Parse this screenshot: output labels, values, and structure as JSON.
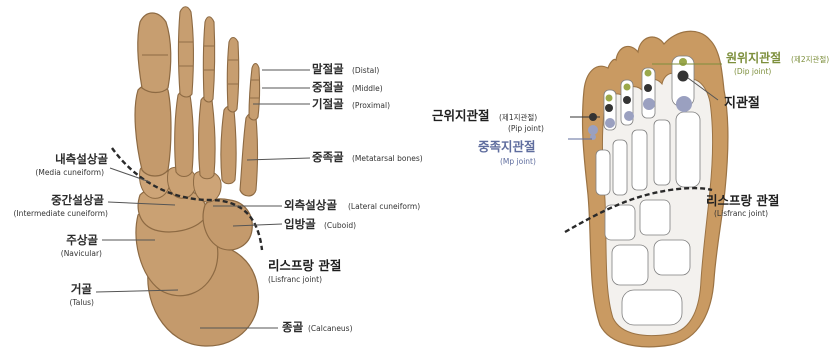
{
  "colors": {
    "bone": "#c49a6c",
    "bone_dark": "#8d6a43",
    "skin": "#c99a62",
    "inner": "#f3f1ee",
    "dip_green": "#7d8f3c",
    "mp_blue": "#5f6d9e",
    "dark": "#1f1f1f"
  },
  "left": {
    "labels": {
      "distal": {
        "ko": "말절골",
        "en": "(Distal)"
      },
      "middle": {
        "ko": "중절골",
        "en": "(Middle)"
      },
      "proximal": {
        "ko": "기절골",
        "en": "(Proximal)"
      },
      "metatarsal": {
        "ko": "중족골",
        "en": "(Metatarsal bones)"
      },
      "lateral_cuneiform": {
        "ko": "외측설상골",
        "en": "(Lateral cuneiform)"
      },
      "cuboid": {
        "ko": "입방골",
        "en": "(Cuboid)"
      },
      "lisfranc": {
        "ko": "리스프랑 관절",
        "en": "(Lisfranc joint)"
      },
      "calcaneus": {
        "ko": "종골",
        "en": "(Calcaneus)"
      },
      "medial_cuneiform": {
        "ko": "내측설상골",
        "en": "(Media cuneiform)"
      },
      "intermediate_cuneiform": {
        "ko": "중간설상골",
        "en": "(Intermediate cuneiform)"
      },
      "navicular": {
        "ko": "주상골",
        "en": "(Navicular)"
      },
      "talus": {
        "ko": "거골",
        "en": "(Talus)"
      }
    }
  },
  "right": {
    "labels": {
      "dip": {
        "ko": "원위지관절",
        "note": "(제2지관절)",
        "en": "(Dip joint)"
      },
      "toe_joint": {
        "ko": "지관절"
      },
      "pip": {
        "ko": "근위지관절",
        "note": "(제1지관절)",
        "en": "(Pip joint)"
      },
      "mp": {
        "ko": "중족지관절",
        "en": "(Mp joint)"
      },
      "lisfranc": {
        "ko": "리스프랑 관절",
        "en": "(Lisfranc joint)"
      }
    }
  }
}
